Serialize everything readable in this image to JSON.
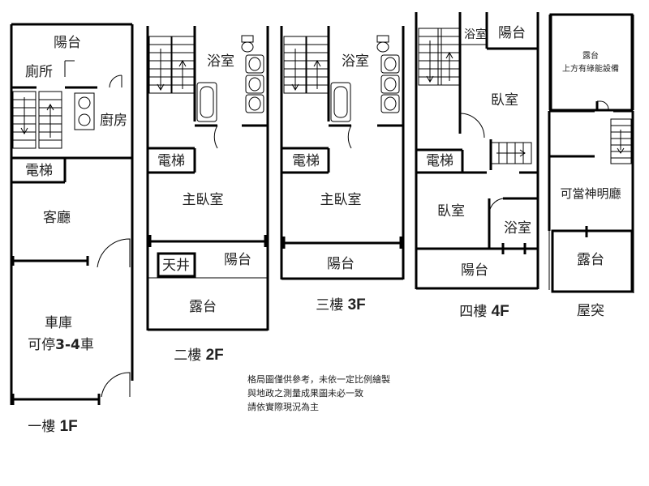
{
  "floors": {
    "f1": {
      "title": "一樓",
      "code": "1F",
      "rooms": {
        "balcony": "陽台",
        "toilet": "廁所",
        "kitchen": "廚房",
        "elevator": "電梯",
        "living": "客廳",
        "garage": "車庫",
        "garage_note_prefix": "可停",
        "garage_note_num": "3-4",
        "garage_note_suffix": "車"
      }
    },
    "f2": {
      "title": "二樓",
      "code": "2F",
      "rooms": {
        "bath": "浴室",
        "elevator": "電梯",
        "master": "主臥室",
        "courtyard": "天井",
        "balcony": "陽台",
        "terrace": "露台"
      }
    },
    "f3": {
      "title": "三樓",
      "code": "3F",
      "rooms": {
        "bath": "浴室",
        "elevator": "電梯",
        "master": "主臥室",
        "balcony": "陽台"
      }
    },
    "f4": {
      "title": "四樓",
      "code": "4F",
      "rooms": {
        "bath_top": "浴室",
        "balcony_top": "陽台",
        "bedroom1": "臥室",
        "elevator": "電梯",
        "bedroom2": "臥室",
        "bath": "浴室",
        "balcony": "陽台"
      }
    },
    "roof": {
      "title": "屋突",
      "rooms": {
        "terrace_top": "露台",
        "terrace_top_note": "上方有綠能設備",
        "shrine": "可當神明廳",
        "terrace": "露台"
      }
    }
  },
  "disclaimer": [
    "格局圖僅供參考，未依一定比例繪製",
    "與地政之測量成果圖未必一致",
    "請依實際現況為主"
  ]
}
